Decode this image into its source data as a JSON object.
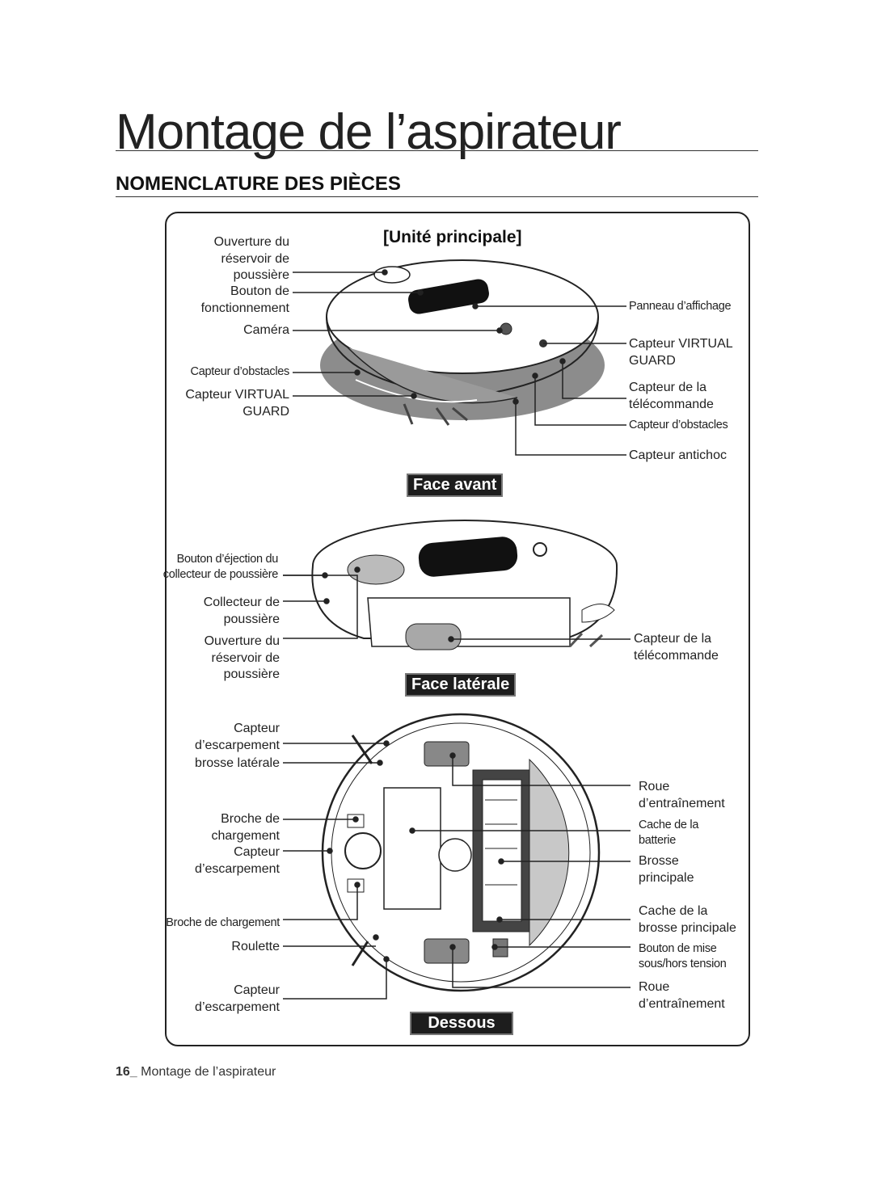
{
  "page": {
    "title": "Montage de l’aspirateur",
    "section": "NOMENCLATURE DES PIÈCES",
    "unit_title": "[Unité principale]",
    "footer_number": "16_",
    "footer_text": " Montage de l’aspirateur"
  },
  "views": {
    "front": "Face avant",
    "side": "Face latérale",
    "bottom": "Dessous"
  },
  "front_labels_left": {
    "ouverture": "Ouverture du\nréservoir de\npoussière",
    "bouton": "Bouton de\nfonctionnement",
    "camera": "Caméra",
    "obstacles": "Capteur d’obstacles",
    "virtual": "Capteur VIRTUAL\nGUARD"
  },
  "front_labels_right": {
    "panneau": "Panneau d’affichage",
    "virtual": "Capteur VIRTUAL\nGUARD",
    "telecommande": "Capteur de la\ntélécommande",
    "obstacles": "Capteur d’obstacles",
    "antichoc": "Capteur antichoc"
  },
  "side_labels_left": {
    "ejection": "Bouton d’éjection du\ncollecteur de poussière",
    "collecteur": "Collecteur de\npoussière",
    "ouverture": "Ouverture du\nréservoir de\npoussière"
  },
  "side_labels_right": {
    "telecommande": "Capteur de la\ntélécommande"
  },
  "bottom_labels_left": {
    "escarpement1": "Capteur\nd’escarpement",
    "brosse_laterale": "brosse latérale",
    "broche1": "Broche de\nchargement",
    "escarpement2": "Capteur\nd’escarpement",
    "broche2": "Broche de chargement",
    "roulette": "Roulette",
    "escarpement3": "Capteur\nd’escarpement"
  },
  "bottom_labels_right": {
    "roue1": "Roue\nd’entraînement",
    "cache_batterie": "Cache de la\nbatterie",
    "brosse_principale": "Brosse\nprincipale",
    "cache_brosse": "Cache de la\nbrosse principale",
    "bouton_mise": "Bouton de mise\nsous/hors tension",
    "roue2": "Roue\nd’entraînement"
  },
  "colors": {
    "ink": "#222222",
    "shadow_gray": "#8a8a8a",
    "badge_bg": "#1d1d1d"
  }
}
